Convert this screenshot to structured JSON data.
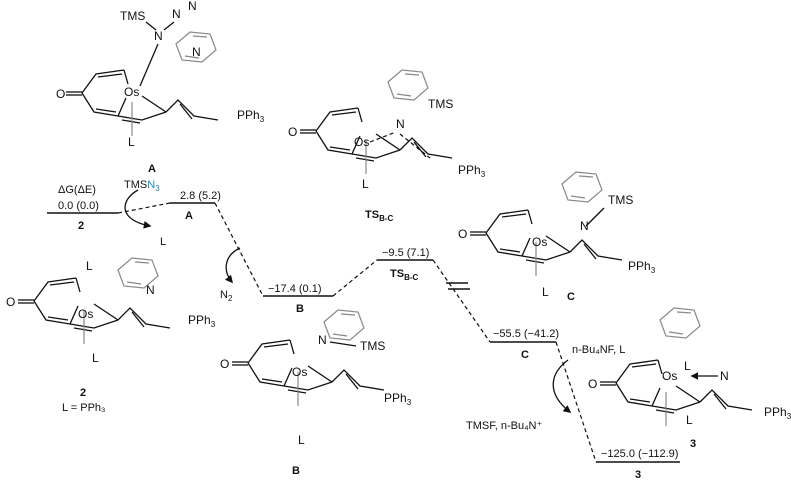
{
  "energy_axis_label": "ΔG(ΔE)",
  "levels": [
    {
      "value": "0.0 (0.0)",
      "name": "2"
    },
    {
      "value": "2.8 (5.2)",
      "name": "A"
    },
    {
      "value": "−17.4 (0.1)",
      "name": "B"
    },
    {
      "value": "−9.5 (7.1)",
      "name": "TS",
      "sub": "B-C"
    },
    {
      "value": "−55.5 (−41.2)",
      "name": "C"
    },
    {
      "value": "−125.0 (−112.9)",
      "name": "3"
    }
  ],
  "reagents": {
    "tmsn3_prefix": "TMS",
    "tmsn3_suffix": "N",
    "tmsn3_sub": "3",
    "lost_ligand": "L",
    "n2": "N",
    "n2_sub": "2",
    "bu4nf": "n-Bu₄NF, L",
    "tmsf": "TMSF, n-Bu₄N⁺"
  },
  "structures": {
    "A": {
      "label": "A"
    },
    "TS": {
      "label": "TS",
      "sub": "B-C"
    },
    "C": {
      "label": "C"
    },
    "2": {
      "label": "2",
      "note": "L = PPh₃"
    },
    "B": {
      "label": "B"
    },
    "3": {
      "label": "3"
    }
  },
  "atoms": {
    "os": "Os",
    "n": "N",
    "o": "O",
    "l": "L",
    "tms": "TMS",
    "pph3": "PPh",
    "pph3_sub": "3",
    "plus": "+"
  }
}
